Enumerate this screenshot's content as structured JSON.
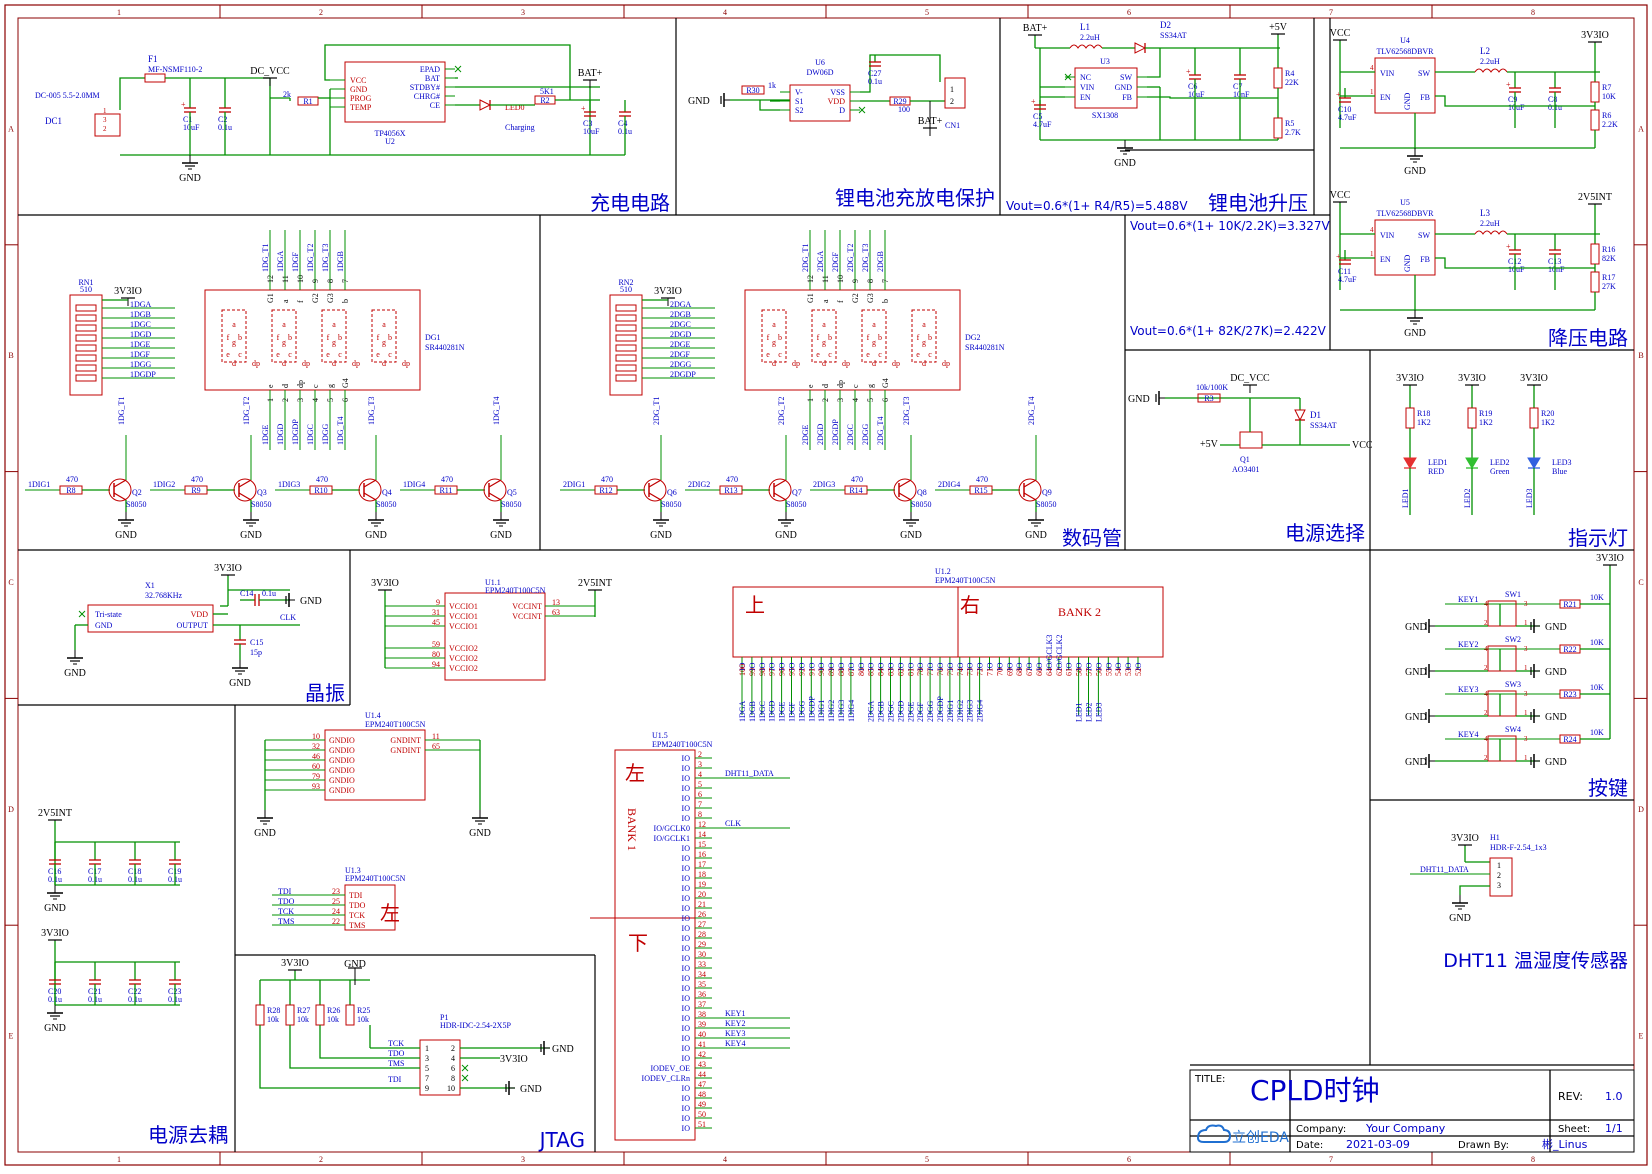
{
  "frame": {
    "cols": [
      "1",
      "2",
      "3",
      "4",
      "5",
      "6",
      "7",
      "8"
    ],
    "rows": [
      "A",
      "B",
      "C",
      "D",
      "E"
    ]
  },
  "sections": {
    "charging": "充电电路",
    "protect": "锂电池充放电保护",
    "boost": "锂电池升压",
    "buck": "降压电路",
    "display": "数码管",
    "power_select": "电源选择",
    "indicator": "指示灯",
    "crystal": "晶振",
    "keys": "按键",
    "decoupling": "电源去耦",
    "jtag": "JTAG",
    "dht": "DHT11 温湿度传感器"
  },
  "formulas": {
    "boost": "Vout=0.6*(1+ R4/R5)=5.488V",
    "buck1": "Vout=0.6*(1+ 10K/2.2K)=3.327V",
    "buck2": "Vout=0.6*(1+ 82K/27K)=2.422V"
  },
  "charging": {
    "fuse_ref": "F1",
    "fuse_val": "MF-NSMF110-2",
    "dc_ref": "DC1",
    "dc_val": "DC-005 5.5-2.0MM",
    "dc_vcc": "DC_VCC",
    "bat": "BAT+",
    "gnd": "GND",
    "c1": "C1",
    "c1v": "10uF",
    "c2": "C2",
    "c2v": "0.1u",
    "r1": "R1",
    "r1v": "2k",
    "ic": "TP4056X",
    "ic_ref": "U2",
    "pins_left": [
      "VCC",
      "GND",
      "PROG",
      "TEMP"
    ],
    "pins_right": [
      "EPAD",
      "BAT",
      "STDBY#",
      "CHRG#",
      "CE"
    ],
    "led": "LED0",
    "led_note": "Charging",
    "r2": "R2",
    "r2v": "5K1",
    "c3": "C3",
    "c3v": "10uF",
    "c4": "C4",
    "c4v": "0.1u"
  },
  "protect": {
    "ic_ref": "U6",
    "ic": "DW06D",
    "pins_l": [
      "V-",
      "S1",
      "S2"
    ],
    "pins_r": [
      "VSS",
      "VDD",
      "D"
    ],
    "r30": "R30",
    "r30v": "1k",
    "c27": "C27",
    "c27v": "0.1u",
    "r29": "R29",
    "r29v": "100",
    "cn": "CN1",
    "gnd": "GND",
    "bat": "BAT+"
  },
  "boost": {
    "bat": "BAT+",
    "l1": "L1",
    "l1v": "2.2uH",
    "d2": "D2",
    "d2v": "SS34AT",
    "out": "+5V",
    "u3": "U3",
    "u3v": "SX1308",
    "pins_l": [
      "NC",
      "VIN",
      "EN"
    ],
    "pins_r": [
      "SW",
      "GND",
      "FB"
    ],
    "c5": "C5",
    "c5v": "4.7uF",
    "c6": "C6",
    "c6v": "10uF",
    "c7": "C7",
    "c7v": "10nF",
    "r4": "R4",
    "r4v": "22K",
    "r5": "R5",
    "r5v": "2.7K",
    "gnd": "GND"
  },
  "buck": {
    "vcc": "VCC",
    "u4": "U4",
    "u5": "U5",
    "ic": "TLV62568DBVR",
    "pins_l": [
      "VIN",
      "EN"
    ],
    "pins_r": [
      "SW",
      "FB"
    ],
    "gnd_pin": "GND",
    "l2": "L2",
    "l3": "L3",
    "lv": "2.2uH",
    "c9": "C9",
    "c9v": "10uF",
    "c8": "C8",
    "c8v": "0.1u",
    "c10": "C10",
    "c10v": "4.7uF",
    "r7": "R7",
    "r7v": "10K",
    "r6": "R6",
    "r6v": "2.2K",
    "out1": "3V3IO",
    "c12": "C12",
    "c12v": "10uF",
    "c13": "C13",
    "c13v": "10nF",
    "c11": "C11",
    "c11v": "4.7uF",
    "r16": "R16",
    "r16v": "82K",
    "r17": "R17",
    "r17v": "27K",
    "out2": "2V5INT",
    "gnd": "GND"
  },
  "display": {
    "rn1": "RN1",
    "rn1v": "510",
    "rn2": "RN2",
    "rn2v": "510",
    "v": "3V3IO",
    "seg1": [
      "1DGA",
      "1DGB",
      "1DGC",
      "1DGD",
      "1DGE",
      "1DGF",
      "1DGG",
      "1DGDP"
    ],
    "seg2": [
      "2DGA",
      "2DGB",
      "2DGC",
      "2DGD",
      "2DGE",
      "2DGF",
      "2DGG",
      "2DGDP"
    ],
    "dg1": "DG1",
    "dg2": "DG2",
    "dgv": "SR440281N",
    "top_pins": [
      "12",
      "11",
      "10",
      "9",
      "8",
      "7"
    ],
    "top_names": [
      "G1",
      "a",
      "f",
      "G2",
      "G3",
      "b"
    ],
    "bot_pins": [
      "1",
      "2",
      "3",
      "4",
      "5",
      "6"
    ],
    "bot_names": [
      "e",
      "d",
      "dp",
      "c",
      "g",
      "G4"
    ],
    "top_nets1": [
      "1DG_T1",
      "1DGA",
      "1DGF",
      "1DG_T2",
      "1DG_T3",
      "1DGB"
    ],
    "bot_nets1": [
      "1DGE",
      "1DGD",
      "1DGDP",
      "1DGC",
      "1DGG",
      "1DG_T4"
    ],
    "top_nets2": [
      "2DG_T1",
      "2DGA",
      "2DGF",
      "2DG_T2",
      "2DG_T3",
      "2DGB"
    ],
    "bot_nets2": [
      "2DGE",
      "2DGD",
      "2DGDP",
      "2DGC",
      "2DGG",
      "2DG_T4"
    ],
    "seg_letters": [
      "a",
      "f",
      "b",
      "g",
      "e",
      "c",
      "d",
      "dp"
    ],
    "transistors": [
      {
        "q": "Q2",
        "r": "R8",
        "net": "1DIG1",
        "t": "1DG_T1"
      },
      {
        "q": "Q3",
        "r": "R9",
        "net": "1DIG2",
        "t": "1DG_T2"
      },
      {
        "q": "Q4",
        "r": "R10",
        "net": "1DIG3",
        "t": "1DG_T3"
      },
      {
        "q": "Q5",
        "r": "R11",
        "net": "1DIG4",
        "t": "1DG_T4"
      },
      {
        "q": "Q6",
        "r": "R12",
        "net": "2DIG1",
        "t": "2DG_T1"
      },
      {
        "q": "Q7",
        "r": "R13",
        "net": "2DIG2",
        "t": "2DG_T2"
      },
      {
        "q": "Q8",
        "r": "R14",
        "net": "2DIG3",
        "t": "2DG_T3"
      },
      {
        "q": "Q9",
        "r": "R15",
        "net": "2DIG4",
        "t": "2DG_T4"
      }
    ],
    "rval": "470",
    "qval": "S8050",
    "gnd": "GND"
  },
  "power_select": {
    "gnd": "GND",
    "r3": "R3",
    "r3v": "10k/100K",
    "dcvcc": "DC_VCC",
    "d1": "D1",
    "d1v": "SS34AT",
    "p5": "+5V",
    "vcc": "VCC",
    "q1": "Q1",
    "q1v": "AO3401"
  },
  "indicator": {
    "v": "3V3IO",
    "leds": [
      {
        "r": "R18",
        "rv": "1K2",
        "l": "LED1",
        "c": "RED",
        "net": "LED1",
        "col": "#e53030"
      },
      {
        "r": "R19",
        "rv": "1K2",
        "l": "LED2",
        "c": "Green",
        "net": "LED2",
        "col": "#30c030"
      },
      {
        "r": "R20",
        "rv": "1K2",
        "l": "LED3",
        "c": "Blue",
        "net": "LED3",
        "col": "#3060e0"
      }
    ]
  },
  "crystal": {
    "v": "3V3IO",
    "x1": "X1",
    "x1v": "32.768KHz",
    "pins_l": [
      "Tri-state",
      "GND"
    ],
    "pins_r": [
      "VDD",
      "OUTPUT"
    ],
    "c14": "C14",
    "c14v": "0.1u",
    "c15": "C15",
    "c15v": "15p",
    "clk": "CLK",
    "gnd": "GND"
  },
  "u11": {
    "ref": "U1.1",
    "val": "EPM240T100C5N",
    "v": "3V3IO",
    "v2": "2V5INT",
    "pins_l": [
      [
        "9",
        "VCCIO1"
      ],
      [
        "31",
        "VCCIO1"
      ],
      [
        "45",
        "VCCIO1"
      ],
      [
        "59",
        "VCCIO2"
      ],
      [
        "80",
        "VCCIO2"
      ],
      [
        "94",
        "VCCIO2"
      ]
    ],
    "pins_r": [
      [
        "13",
        "VCCINT"
      ],
      [
        "63",
        "VCCINT"
      ]
    ]
  },
  "u14": {
    "ref": "U1.4",
    "val": "EPM240T100C5N",
    "pins_l": [
      [
        "10",
        "GNDIO"
      ],
      [
        "32",
        "GNDIO"
      ],
      [
        "46",
        "GNDIO"
      ],
      [
        "60",
        "GNDIO"
      ],
      [
        "79",
        "GNDIO"
      ],
      [
        "93",
        "GNDIO"
      ]
    ],
    "pins_r": [
      [
        "11",
        "GNDINT"
      ],
      [
        "65",
        "GNDINT"
      ]
    ],
    "gnd": "GND"
  },
  "u13": {
    "ref": "U1.3",
    "val": "EPM240T100C5N",
    "pins": [
      [
        "TDI",
        "23",
        "TDI"
      ],
      [
        "TDO",
        "25",
        "TDO"
      ],
      [
        "TCK",
        "24",
        "TCK"
      ],
      [
        "TMS",
        "22",
        "TMS"
      ]
    ],
    "side": "左"
  },
  "u12": {
    "ref": "U1.2",
    "val": "EPM240T100C5N",
    "bank": "BANK 2",
    "up": "上",
    "right": "右",
    "pins": [
      "100",
      "99",
      "98",
      "97",
      "96",
      "95",
      "92",
      "91",
      "90",
      "89",
      "88",
      "87",
      "86",
      "85",
      "84",
      "83",
      "82",
      "81",
      "78",
      "77",
      "76",
      "75",
      "74",
      "73",
      "72",
      "71",
      "70",
      "69",
      "68",
      "67",
      "66",
      "64",
      "62",
      "61",
      "58",
      "57",
      "56",
      "55",
      "54",
      "53",
      "52"
    ],
    "special": {
      "64": "IO/GCLK3",
      "62": "IO/GCLK2"
    },
    "nets": {
      "100": "1DGA",
      "99": "1DGB",
      "98": "1DGC",
      "97": "1DGD",
      "96": "1DGE",
      "95": "1DGF",
      "92": "1DGG",
      "91": "1DGDP",
      "90": "1DIG1",
      "89": "1DIG2",
      "88": "1DIG3",
      "87": "1DIG4",
      "85": "2DGA",
      "84": "2DGB",
      "83": "2DGC",
      "82": "2DGD",
      "81": "2DGE",
      "78": "2DGF",
      "77": "2DGG",
      "76": "2DGDP",
      "75": "2DIG1",
      "74": "2DIG2",
      "73": "2DIG3",
      "72": "2DIG4",
      "58": "LED1",
      "57": "LED2",
      "56": "LED3"
    }
  },
  "u15": {
    "ref": "U1.5",
    "val": "EPM240T100C5N",
    "bank": "BANK 1",
    "left": "左",
    "down": "下",
    "pins": [
      "2",
      "3",
      "4",
      "5",
      "6",
      "7",
      "8",
      "12",
      "14",
      "15",
      "16",
      "17",
      "18",
      "19",
      "20",
      "21",
      "26",
      "27",
      "28",
      "29",
      "30",
      "33",
      "34",
      "35",
      "36",
      "37",
      "38",
      "39",
      "40",
      "41",
      "42",
      "43",
      "44",
      "47",
      "48",
      "49",
      "50",
      "51"
    ],
    "special": {
      "12": "IO/GCLK0",
      "14": "IO/GCLK1",
      "43": "IODEV_OE",
      "44": "IODEV_CLRn"
    },
    "nets": {
      "4": "DHT11_DATA",
      "12": "CLK",
      "38": "KEY1",
      "39": "KEY2",
      "40": "KEY3",
      "41": "KEY4"
    }
  },
  "keys": {
    "v": "3V3IO",
    "gnd": "GND",
    "rv": "10K",
    "items": [
      {
        "net": "KEY1",
        "sw": "SW1",
        "r": "R21"
      },
      {
        "net": "KEY2",
        "sw": "SW2",
        "r": "R22"
      },
      {
        "net": "KEY3",
        "sw": "SW3",
        "r": "R23"
      },
      {
        "net": "KEY4",
        "sw": "SW4",
        "r": "R24"
      }
    ]
  },
  "decoupling": {
    "v1": "2V5INT",
    "v2": "3V3IO",
    "gnd": "GND",
    "cv": "0.1u",
    "row1": [
      "C16",
      "C17",
      "C18",
      "C19"
    ],
    "row2": [
      "C20",
      "C21",
      "C22",
      "C23"
    ]
  },
  "jtag": {
    "v": "3V3IO",
    "gnd": "GND",
    "rv": "10k",
    "res": [
      "R28",
      "R27",
      "R26",
      "R25"
    ],
    "p1": "P1",
    "p1v": "HDR-IDC-2.54-2X5P",
    "nets": [
      "TCK",
      "TDO",
      "TMS",
      "TDI"
    ],
    "pins_l": [
      "1",
      "3",
      "5",
      "7",
      "9"
    ],
    "pins_r": [
      "2",
      "4",
      "6",
      "8",
      "10"
    ]
  },
  "dht": {
    "v": "3V3IO",
    "ref": "H1",
    "val": "HDR-F-2.54_1x3",
    "net": "DHT11_DATA",
    "gnd": "GND",
    "pins": [
      "1",
      "2",
      "3"
    ]
  },
  "titleblock": {
    "title_label": "TITLE:",
    "title": "CPLD时钟",
    "rev_label": "REV:",
    "rev": "1.0",
    "company_label": "Company:",
    "company": "Your Company",
    "sheet_label": "Sheet:",
    "sheet": "1/1",
    "date_label": "Date:",
    "date": "2021-03-09",
    "drawn_label": "Drawn By:",
    "drawn": "彬_Linus",
    "logo": "立创EDA"
  }
}
